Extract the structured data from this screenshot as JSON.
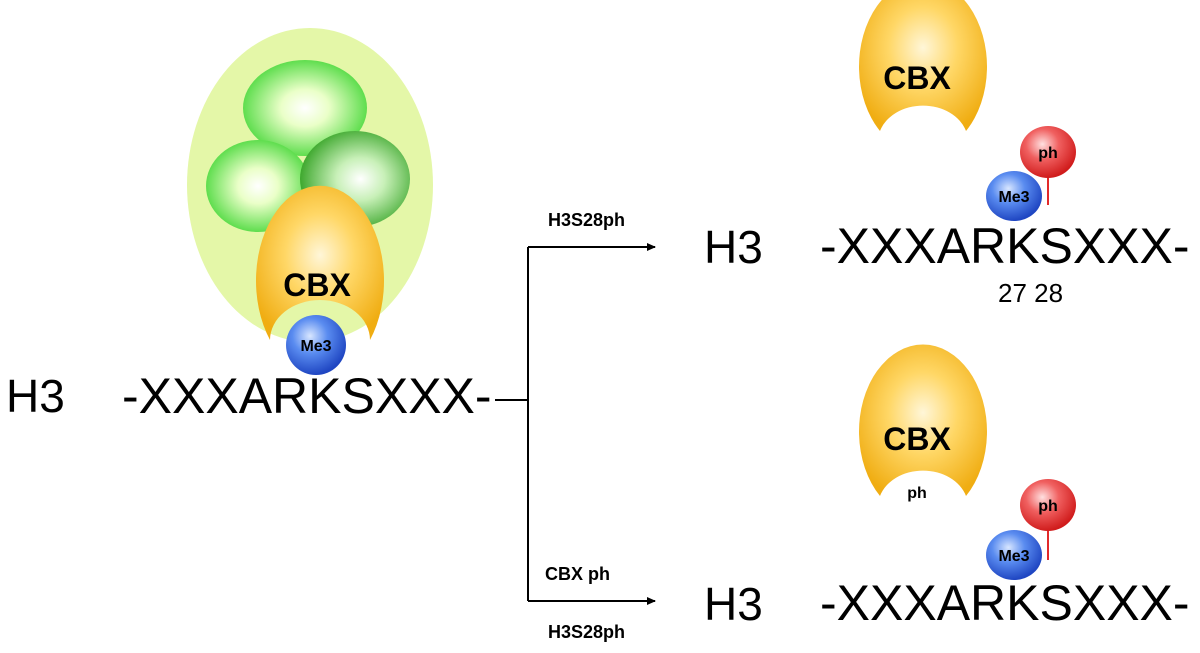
{
  "left": {
    "h3": "H3",
    "sequence": "-XXXARKSXXX-",
    "cbx": "CBX",
    "me3": "Me3"
  },
  "top_branch": {
    "arrow_label": "H3S28ph",
    "h3": "H3",
    "sequence": "-XXXARKSXXX-",
    "positions": "27 28",
    "cbx": "CBX",
    "me3": "Me3",
    "ph": "ph"
  },
  "bottom_branch": {
    "arrow_label_top": "CBX ph",
    "arrow_label_bottom": "H3S28ph",
    "h3": "H3",
    "sequence": "-XXXARKSXXX-",
    "cbx": "CBX",
    "cbx_ph": "ph",
    "me3": "Me3",
    "ph": "ph"
  },
  "colors": {
    "complex_bg": "#e4f7a8",
    "cbx": "#f5b820",
    "me3": "#2a5bd8",
    "ph": "#e22a2a",
    "green_subunit": "#4fdc3a"
  }
}
